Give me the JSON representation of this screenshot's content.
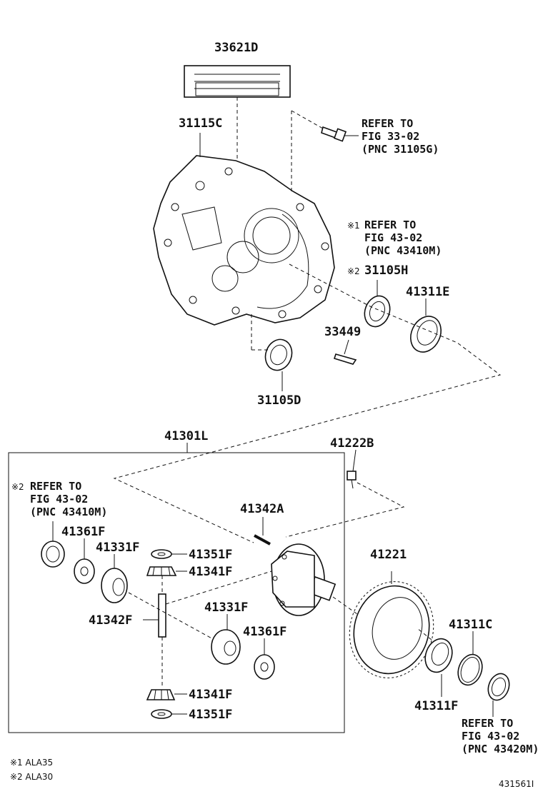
{
  "diagram": {
    "part_labels": {
      "p33621D": "33621D",
      "p31115C": "31115C",
      "p31105H": "31105H",
      "p41311E": "41311E",
      "p33449": "33449",
      "p31105D": "31105D",
      "p41301L": "41301L",
      "p41222B": "41222B",
      "p41342A": "41342A",
      "p41361F_a": "41361F",
      "p41331F_a": "41331F",
      "p41351F_a": "41351F",
      "p41341F_a": "41341F",
      "p41221": "41221",
      "p41342F": "41342F",
      "p41331F_b": "41331F",
      "p41361F_b": "41361F",
      "p41311C": "41311C",
      "p41311F": "41311F",
      "p41341F_b": "41341F",
      "p41351F_b": "41351F"
    },
    "refs": {
      "ref1": {
        "l1": "REFER TO",
        "l2": "FIG 33-02",
        "l3": "(PNC 31105G)"
      },
      "ref2": {
        "mark": "※1",
        "l1": "REFER TO",
        "l2": "FIG 43-02",
        "l3": "(PNC 43410M)"
      },
      "ref3": {
        "mark": "※2",
        "l1": "REFER TO",
        "l2": "FIG 43-02",
        "l3": "(PNC 43410M)"
      },
      "ref4": {
        "l1": "REFER TO",
        "l2": "FIG 43-02",
        "l3": "(PNC 43420M)"
      }
    },
    "mark_31105H": "※2",
    "notes": {
      "n1": "※1 ALA35",
      "n2": "※2 ALA30"
    },
    "figure_id": "431561I"
  }
}
